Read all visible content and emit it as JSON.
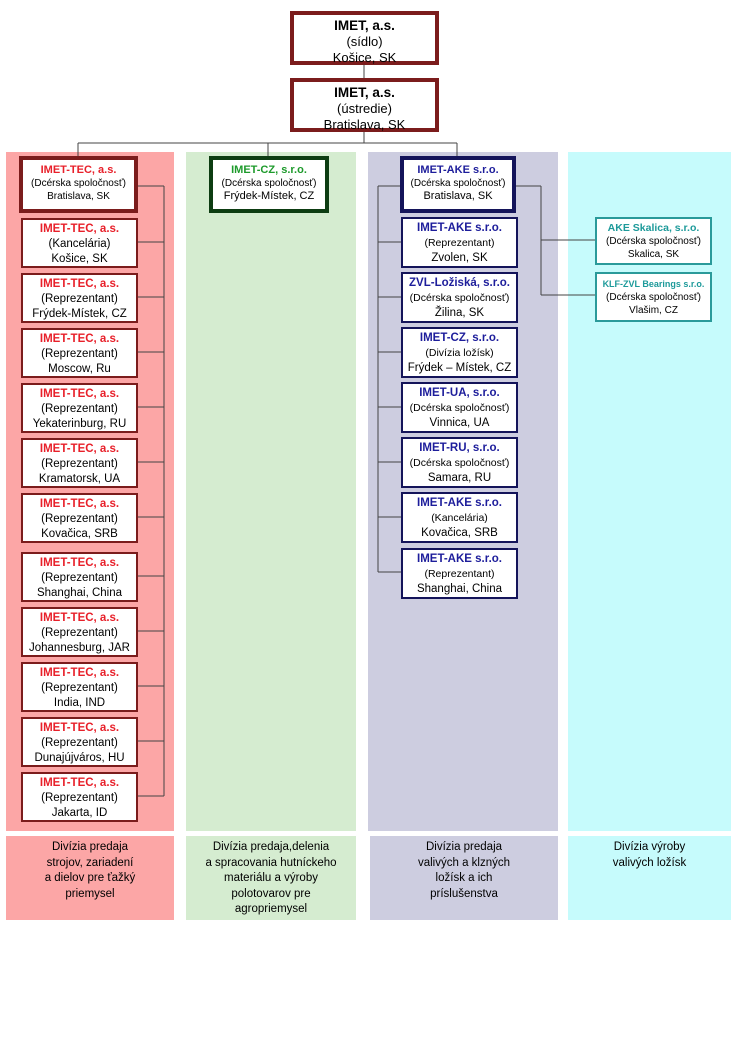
{
  "colors": {
    "col_red": "#fca6a6",
    "col_green": "#d5ecd0",
    "col_lilac": "#cdcde0",
    "col_cyan": "#c6fbfc",
    "border_red": "#7b1c1c",
    "border_green": "#0d3d12",
    "border_navy": "#14145a",
    "border_teal": "#2a9a9a",
    "text_red": "#e8202a",
    "text_green": "#1d9a2b",
    "text_navy": "#1d1d9b",
    "text_teal": "#1d9a9a"
  },
  "top": {
    "seat": {
      "title": "IMET, a.s.",
      "line1": "(sídlo)",
      "line2": "Košice, SK"
    },
    "hq": {
      "title": "IMET, a.s.",
      "line1": "(ústredie)",
      "line2": "Bratislava, SK"
    }
  },
  "col1": {
    "lead": {
      "title": "IMET-TEC, a.s.",
      "line1": "(Dcérska spoločnosť)",
      "line2": "Bratislava, SK"
    },
    "items": [
      {
        "title": "IMET-TEC, a.s.",
        "line1": "(Kancelária)",
        "line2": "Košice, SK"
      },
      {
        "title": "IMET-TEC, a.s.",
        "line1": "(Reprezentant)",
        "line2": "Frýdek-Místek, CZ"
      },
      {
        "title": "IMET-TEC, a.s.",
        "line1": "(Reprezentant)",
        "line2": "Moscow, Ru"
      },
      {
        "title": "IMET-TEC, a.s.",
        "line1": "(Reprezentant)",
        "line2": "Yekaterinburg, RU"
      },
      {
        "title": "IMET-TEC, a.s.",
        "line1": "(Reprezentant)",
        "line2": "Kramatorsk, UA"
      },
      {
        "title": "IMET-TEC, a.s.",
        "line1": "(Reprezentant)",
        "line2": "Kovačica, SRB"
      },
      {
        "title": "IMET-TEC, a.s.",
        "line1": "(Reprezentant)",
        "line2": "Shanghai, China"
      },
      {
        "title": "IMET-TEC, a.s.",
        "line1": "(Reprezentant)",
        "line2": "Johannesburg, JAR"
      },
      {
        "title": "IMET-TEC, a.s.",
        "line1": "(Reprezentant)",
        "line2": "India, IND"
      },
      {
        "title": "IMET-TEC, a.s.",
        "line1": "(Reprezentant)",
        "line2": "Dunajújváros, HU"
      },
      {
        "title": "IMET-TEC, a.s.",
        "line1": "(Reprezentant)",
        "line2": "Jakarta, ID"
      }
    ],
    "footer": [
      "Divízia predaja",
      "strojov, zariadení",
      "a dielov pre ťažký",
      "priemysel"
    ]
  },
  "col2": {
    "lead": {
      "title": "IMET-CZ, s.r.o.",
      "line1": "(Dcérska spoločnosť)",
      "line2": "Frýdek-Místek, CZ"
    },
    "footer": [
      "Divízia predaja,delenia",
      "a spracovania hutníckeho",
      "materiálu a výroby",
      "polotovarov pre",
      "agropriemysel"
    ]
  },
  "col3": {
    "lead": {
      "title": "IMET-AKE s.r.o.",
      "line1": "(Dcérska spoločnosť)",
      "line2": "Bratislava, SK"
    },
    "items": [
      {
        "title": "IMET-AKE s.r.o.",
        "line1": "(Reprezentant)",
        "line2": "Zvolen, SK"
      },
      {
        "title": "ZVL-Ložiská, s.r.o.",
        "line1": "(Dcérska spoločnosť)",
        "line2": "Žilina, SK"
      },
      {
        "title": "IMET-CZ, s.r.o.",
        "line1": "(Divízia ložísk)",
        "line2": "Frýdek – Místek, CZ"
      },
      {
        "title": "IMET-UA, s.r.o.",
        "line1": "(Dcérska spoločnosť)",
        "line2": "Vinnica, UA"
      },
      {
        "title": "IMET-RU, s.r.o.",
        "line1": "(Dcérska spoločnosť)",
        "line2": "Samara, RU"
      },
      {
        "title": "IMET-AKE s.r.o.",
        "line1": "(Kancelária)",
        "line2": "Kovačica, SRB"
      },
      {
        "title": "IMET-AKE s.r.o.",
        "line1": "(Reprezentant)",
        "line2": "Shanghai, China"
      }
    ],
    "footer": [
      "Divízia predaja",
      "valivých a klzných",
      "ložísk a ich",
      "príslušenstva"
    ]
  },
  "col4": {
    "items": [
      {
        "title": "AKE Skalica, s.r.o.",
        "line1": "(Dcérska spoločnosť)",
        "line2": "Skalica, SK"
      },
      {
        "title": "KLF-ZVL Bearings s.r.o.",
        "line1": "(Dcérska spoločnosť)",
        "line2": "Vlašim, CZ"
      }
    ],
    "footer": [
      "Divízia výroby",
      "valivých ložísk"
    ]
  }
}
